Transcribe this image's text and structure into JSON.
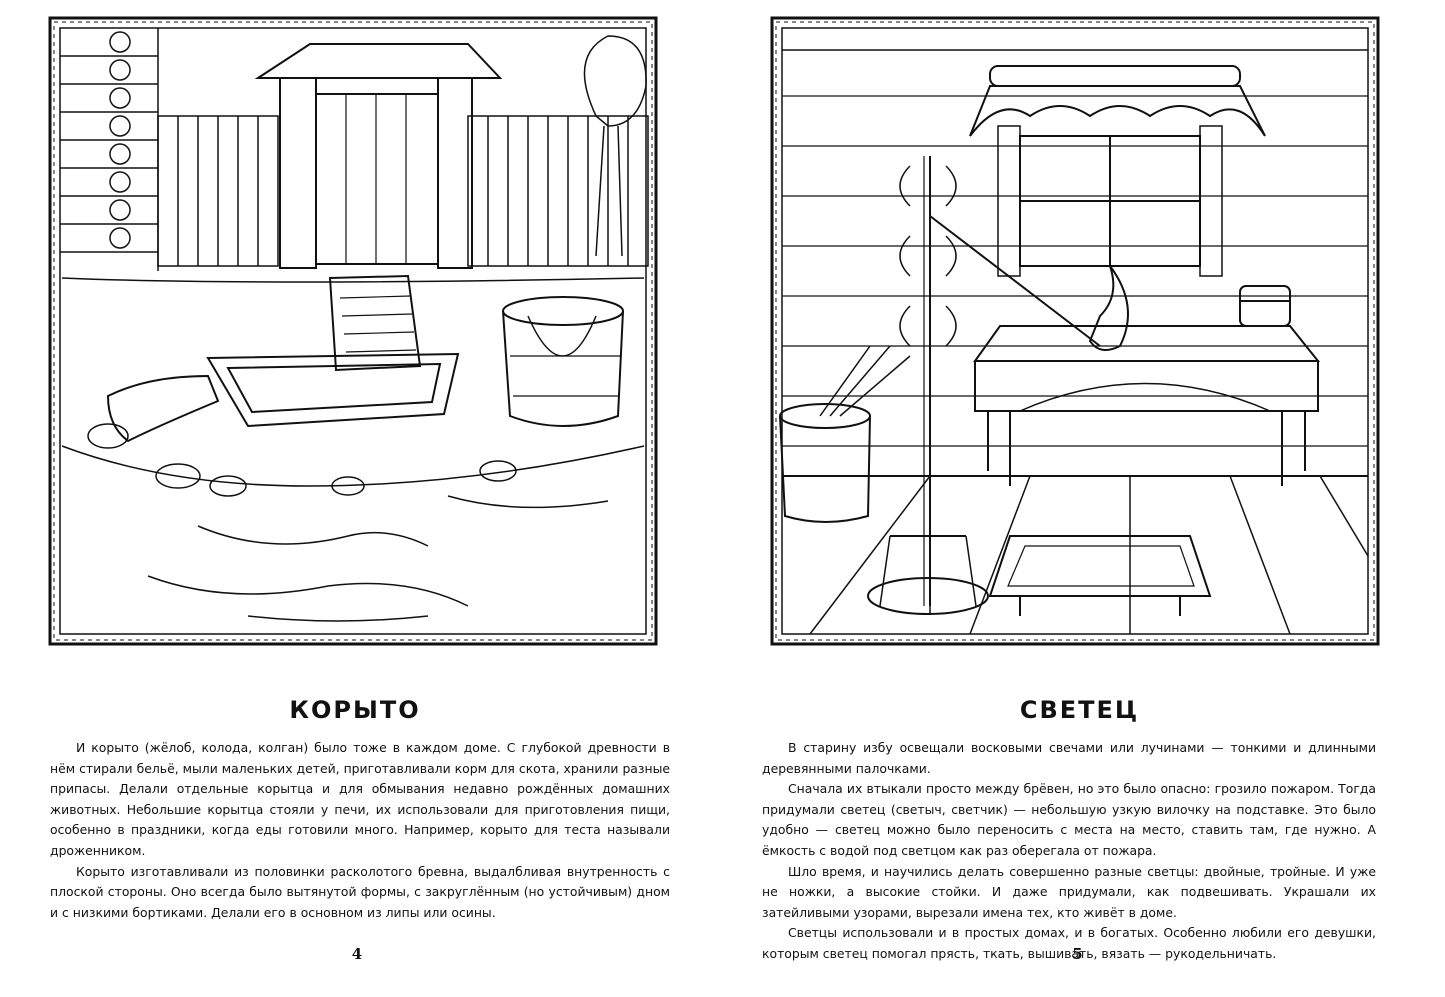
{
  "spread": {
    "left": {
      "title": "КОРЫТО",
      "paragraphs": [
        "И корыто (жёлоб, колода, колган) было тоже в каждом доме. С глубокой древности в нём стирали бельё, мыли маленьких детей, приготавливали корм для скота, хранили разные припасы. Делали отдельные корытца и для обмывания недавно рождённых домашних животных. Небольшие корытца стояли у печи, их использовали для приготовления пищи, особенно в праздники, когда еды готовили много. Например, корыто для теста называли дроженником.",
        "Корыто изготавливали из половинки расколотого бревна, выдалбливая внутренность с плоской стороны. Оно всегда было вытянутой формы, с закруглённым (но устойчивым) дном и с низкими бортиками. Делали его в основном из липы или осины."
      ],
      "page_number": "4",
      "illustration_icon": "trough-yard-illustration"
    },
    "right": {
      "title": "СВЕТЕЦ",
      "paragraphs": [
        "В старину избу освещали восковыми свечами или лучинами — тонкими и длинными деревянными палочками.",
        "Сначала их втыкали просто между брёвен, но это было опасно: грозило пожаром. Тогда придумали светец (светыч, светчик) — небольшую узкую вилочку на подставке. Это было удобно — светец можно было переносить с места на место, ставить там, где нужно. А ёмкость с водой под светцом как раз оберегала от пожара.",
        "Шло время, и научились делать совершенно разные светцы: двойные, тройные. И уже не ножки, а высокие стойки. И даже придумали, как подвешивать. Украшали их затейливыми узорами, вырезали имена тех, кто живёт в доме.",
        "Светцы использовали и в простых домах, и в богатых. Особенно любили его девушки, которым светец помогал прясть, ткать, вышивать, вязать — рукодельничать."
      ],
      "page_number": "5",
      "illustration_icon": "torch-holder-room-illustration"
    }
  },
  "colors": {
    "ink": "#111111",
    "paper": "#ffffff"
  }
}
